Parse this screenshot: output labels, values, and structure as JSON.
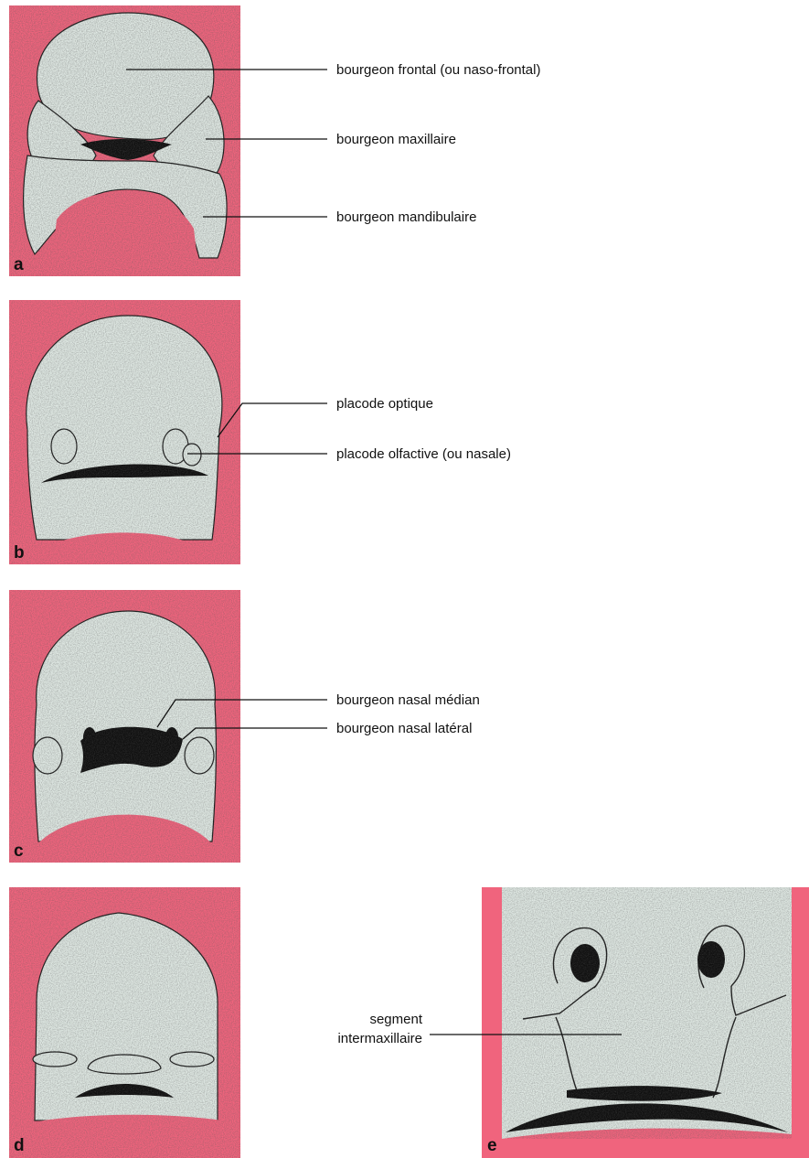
{
  "colors": {
    "background_panel": "#f0647d",
    "tissue": "#dfe8e3",
    "stomodeum": "#0f0f0f"
  },
  "panels": {
    "a": {
      "letter": "a",
      "labels": [
        "bourgeon frontal (ou naso-frontal)",
        "bourgeon maxillaire",
        "bourgeon mandibulaire"
      ]
    },
    "b": {
      "letter": "b",
      "labels": [
        "placode optique",
        "placode olfactive (ou nasale)"
      ]
    },
    "c": {
      "letter": "c",
      "labels": [
        "bourgeon nasal médian",
        "bourgeon nasal latéral"
      ]
    },
    "d": {
      "letter": "d",
      "labels": []
    },
    "e": {
      "letter": "e",
      "labels": [
        "segment",
        "intermaxillaire"
      ]
    }
  }
}
